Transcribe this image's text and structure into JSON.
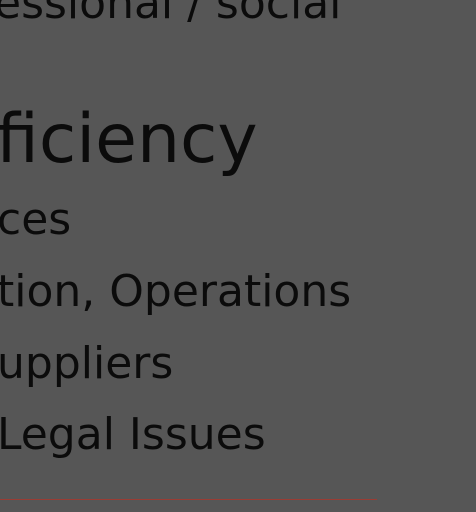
{
  "slide": {
    "lines": [
      "essional / social",
      "ficiency",
      "ces",
      "tion, Operations",
      "uppliers",
      " Legal Issues"
    ]
  },
  "colors": {
    "background": "#565656",
    "text": "#0b0b0b",
    "rule": "#9a3c34"
  }
}
